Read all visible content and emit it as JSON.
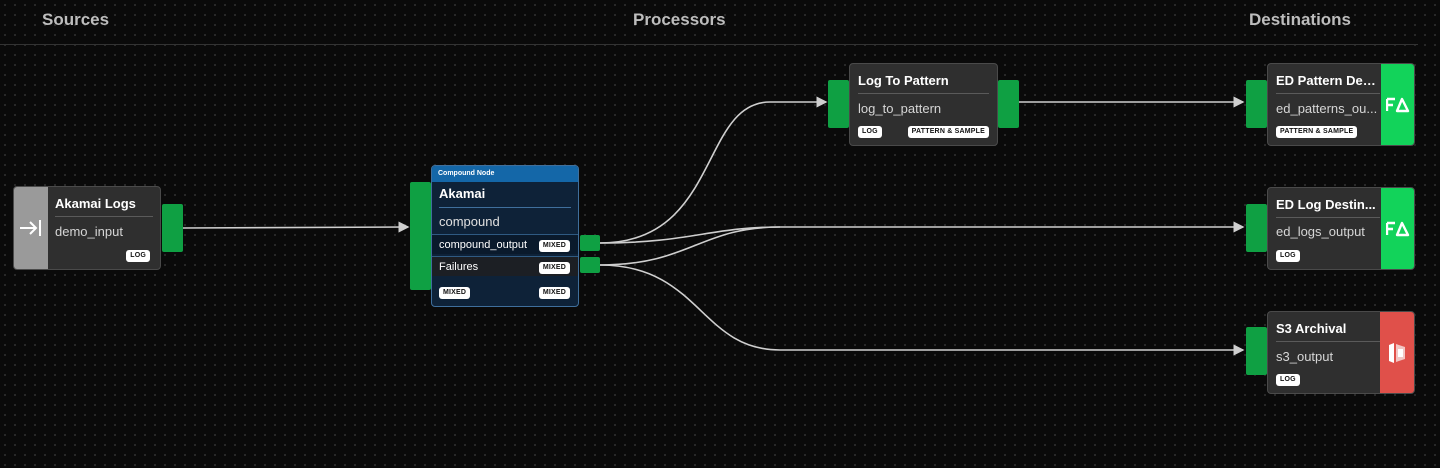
{
  "columns": {
    "sources": "Sources",
    "processors": "Processors",
    "destinations": "Destinations"
  },
  "nodes": {
    "akamai_logs": {
      "title": "Akamai Logs",
      "subtitle": "demo_input",
      "badge": "LOG",
      "icon": "arrow-into-bar-icon"
    },
    "compound": {
      "header": "Compound Node",
      "title": "Akamai",
      "subtitle": "compound",
      "outputs": [
        {
          "label": "compound_output",
          "badge": "MIXED"
        },
        {
          "label": "Failures",
          "badge": "MIXED"
        }
      ],
      "footer_left": "MIXED",
      "footer_right": "MIXED"
    },
    "log_to_pattern": {
      "title": "Log To Pattern",
      "subtitle": "log_to_pattern",
      "badge_left": "LOG",
      "badge_right": "PATTERN & SAMPLE"
    },
    "ed_pattern": {
      "title": "ED Pattern Des...",
      "subtitle": "ed_patterns_ou...",
      "badge": "PATTERN & SAMPLE",
      "icon": "edgedelta-logo-icon",
      "icon_color": "#12d35a"
    },
    "ed_log": {
      "title": "ED Log Destin...",
      "subtitle": "ed_logs_output",
      "badge": "LOG",
      "icon": "edgedelta-logo-icon",
      "icon_color": "#12d35a"
    },
    "s3": {
      "title": "S3 Archival",
      "subtitle": "s3_output",
      "badge": "LOG",
      "icon": "s3-bucket-icon",
      "icon_color": "#e0504a"
    }
  },
  "colors": {
    "port": "#0fa043",
    "compound_header": "#1467a8",
    "edge": "#cfcfcf"
  }
}
